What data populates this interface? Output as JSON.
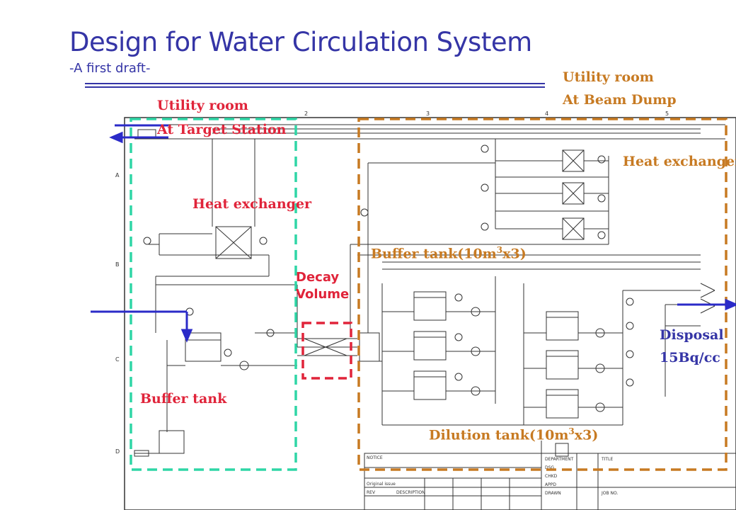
{
  "slide": {
    "title": "Design for Water Circulation System",
    "subtitle": "-A first draft-"
  },
  "labels": {
    "utility_target_line1": "Utility room",
    "utility_target_line2": "At Target Station",
    "utility_dump_line1": "Utility room",
    "utility_dump_line2": "At Beam Dump",
    "heat_exchanger_left": "Heat exchanger",
    "heat_exchanger_right": "Heat exchanger",
    "buffer_tank_left": "Buffer tank",
    "buffer_tank_right_pre": "Buffer tank(10m",
    "buffer_tank_right_sup": "3",
    "buffer_tank_right_post": "x3)",
    "decay_line1": "Decay",
    "decay_line2": "Volume",
    "disposal_line1": "Disposal",
    "disposal_line2": "15Bq/cc",
    "dilution_pre": "Dilution tank(10m",
    "dilution_sup": "3",
    "dilution_post": "x3)"
  },
  "colors": {
    "title": "#3535a6",
    "target_box": "#2fd6a6",
    "dump_box": "#c77a22",
    "decay_box": "#e0243a",
    "arrows": "#2b2bc8"
  }
}
